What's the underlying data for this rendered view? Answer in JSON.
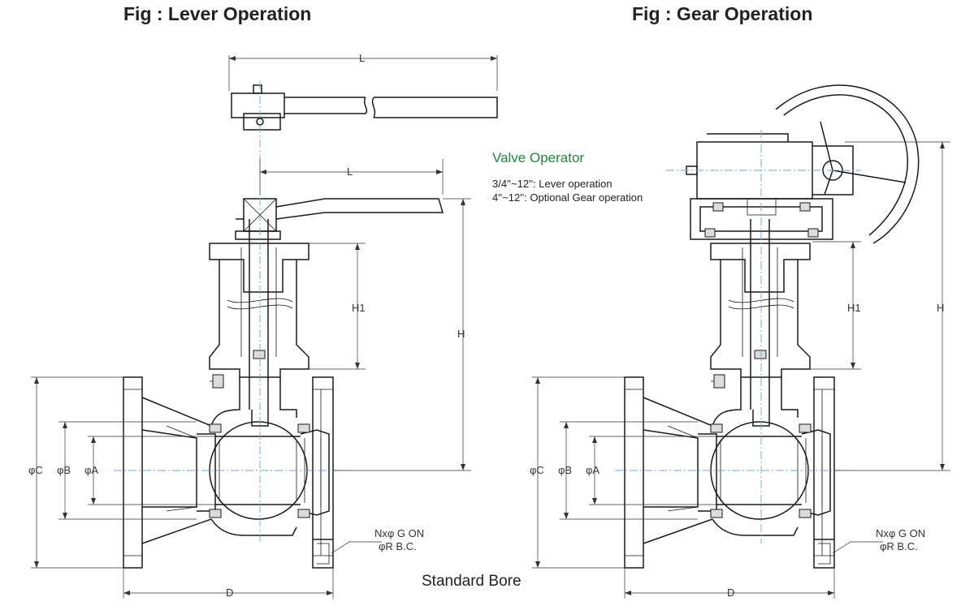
{
  "titles": {
    "lever": "Fig : Lever Operation",
    "gear": "Fig : Gear Operation"
  },
  "operator": {
    "heading": "Valve Operator",
    "line1": "3/4''~12'': Lever operation",
    "line2": "4''~12'': Optional Gear operation"
  },
  "dimensions": {
    "L": "L",
    "H": "H",
    "H1": "H1",
    "phiA": "φA",
    "phiB": "φB",
    "phiC": "φC",
    "D": "D",
    "bolt1": "Nxφ G ON",
    "bolt2": "φR B.C."
  },
  "caption": "Standard Bore",
  "colors": {
    "operator_heading": "#1a8a3a",
    "centerline": "#6fa9cf"
  }
}
